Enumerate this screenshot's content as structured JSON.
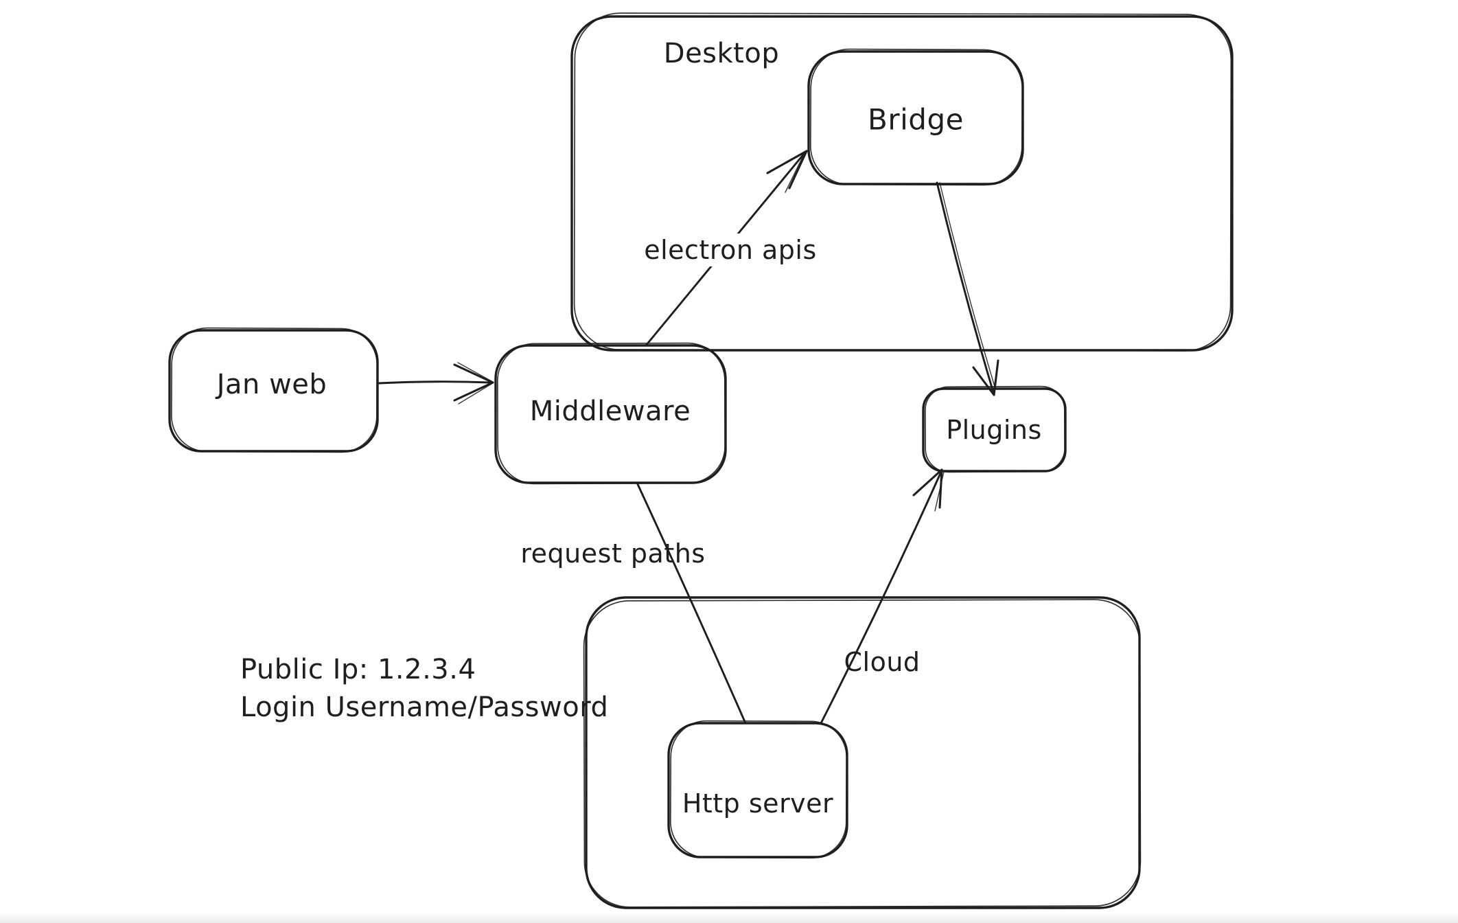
{
  "canvas": {
    "background": "#ffffff",
    "stroke_color": "#1e1e1e"
  },
  "containers": [
    {
      "id": "desktop",
      "label": "Desktop"
    },
    {
      "id": "cloud",
      "label": "Cloud"
    }
  ],
  "nodes": [
    {
      "id": "jan-web",
      "label": "Jan web"
    },
    {
      "id": "middleware",
      "label": "Middleware"
    },
    {
      "id": "bridge",
      "label": "Bridge"
    },
    {
      "id": "plugins",
      "label": "Plugins"
    },
    {
      "id": "http-server",
      "label": "Http server"
    }
  ],
  "edges": [
    {
      "id": "jan-web-to-middleware",
      "from": "Jan web",
      "to": "Middleware",
      "label": ""
    },
    {
      "id": "middleware-to-bridge",
      "from": "Middleware",
      "to": "Bridge",
      "label": "electron apis"
    },
    {
      "id": "bridge-to-plugins",
      "from": "Bridge",
      "to": "Plugins",
      "label": ""
    },
    {
      "id": "middleware-to-http-server",
      "from": "Middleware",
      "to": "Http server",
      "label": "request paths"
    },
    {
      "id": "http-server-to-plugins",
      "from": "Http server",
      "to": "Plugins",
      "label": ""
    }
  ],
  "annotations": {
    "public_ip": "Public Ip: 1.2.3.4",
    "login": "Login Username/Password"
  }
}
